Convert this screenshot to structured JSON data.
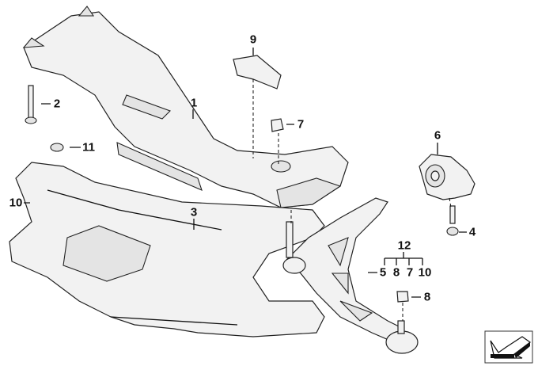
{
  "diagram": {
    "callouts": {
      "c1": "1",
      "c2": "2",
      "c3": "3",
      "c4": "4",
      "c6": "6",
      "c7a": "7",
      "c9": "9",
      "c10a": "10",
      "c11": "11",
      "c12": "12",
      "c5": "5",
      "c8a": "8",
      "c7b": "7",
      "c10b": "10",
      "c8b": "8"
    },
    "nav_icon": "arrow-down-left-icon"
  }
}
